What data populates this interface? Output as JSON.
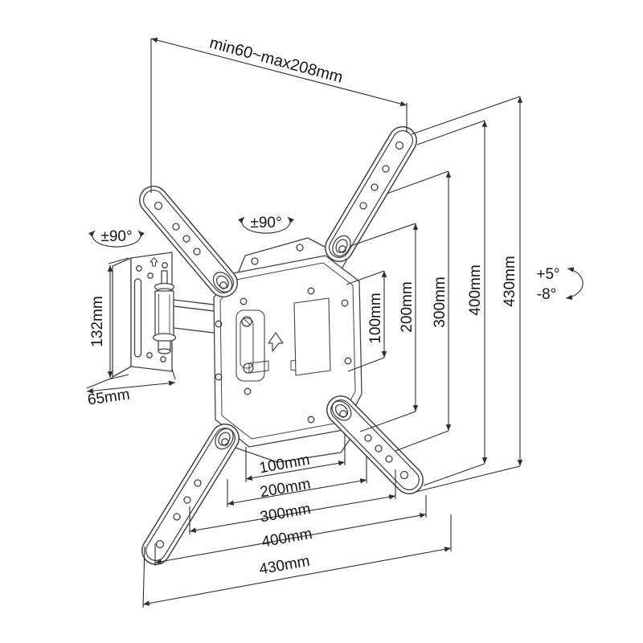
{
  "diagram": {
    "arm_extension_label": "min60~max208mm",
    "swivel_wall_label": "±90°",
    "swivel_vesa_label": "±90°",
    "wall_plate_height_label": "132mm",
    "wall_plate_width_label": "65mm",
    "tilt_up_label": "+5°",
    "tilt_down_label": "-8°",
    "vesa_vertical_labels": [
      "100mm",
      "200mm",
      "300mm",
      "400mm",
      "430mm"
    ],
    "vesa_horizontal_labels": [
      "100mm",
      "200mm",
      "300mm",
      "400mm",
      "430mm"
    ],
    "colors": {
      "line": "#424242",
      "dimension_line": "#2e2e2e",
      "text": "#161616",
      "background": "#ffffff"
    }
  }
}
